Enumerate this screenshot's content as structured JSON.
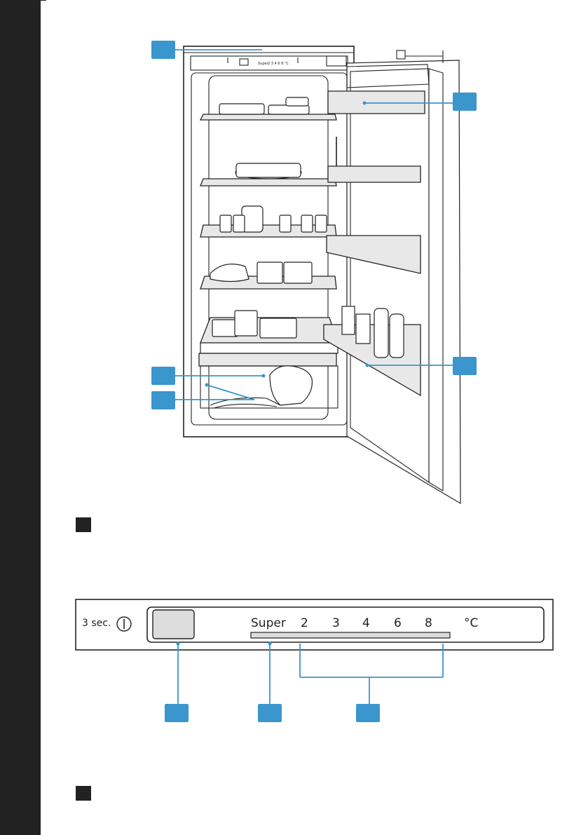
{
  "colors": {
    "callout": "#3a96cc",
    "sidebar": "#222222",
    "line": "#222222",
    "shelf_fill": "#e6e6e6"
  },
  "mini_panel": {
    "super": "Super",
    "scale": "2 3 4 6 8 °C"
  },
  "control_panel": {
    "hold_label": "3 sec.",
    "power_icon": "power-icon",
    "super_label": "Super",
    "temperatures": [
      "2",
      "3",
      "4",
      "6",
      "8"
    ],
    "unit": "°C"
  }
}
